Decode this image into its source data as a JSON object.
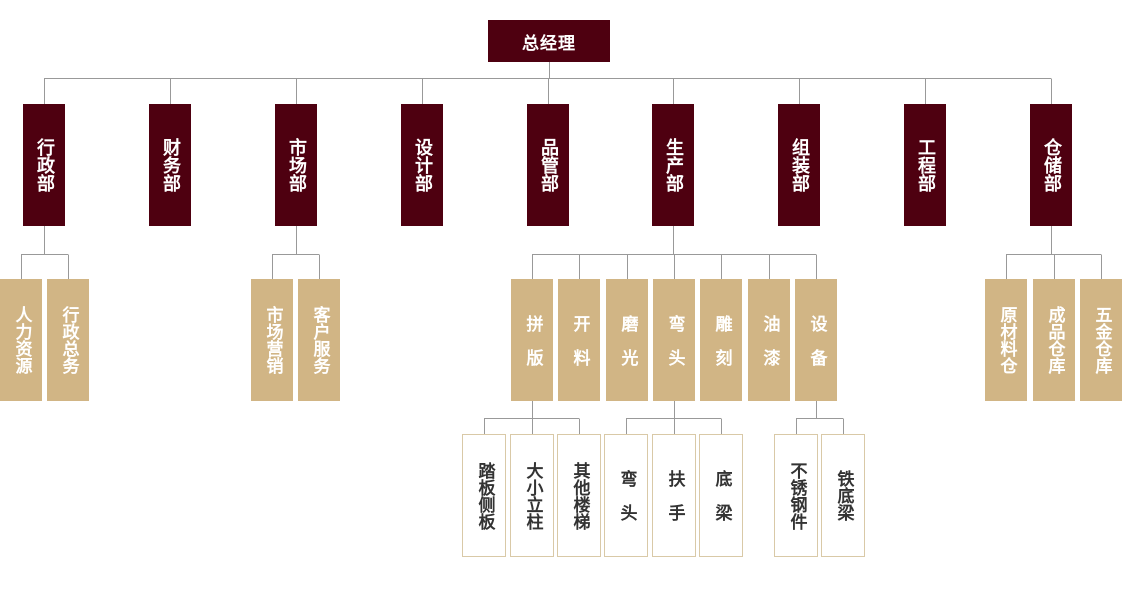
{
  "top": {
    "label": "总经理"
  },
  "departments": [
    {
      "label": "行政部",
      "children": [
        "人力资源",
        "行政总务"
      ]
    },
    {
      "label": "财务部",
      "children": []
    },
    {
      "label": "市场部",
      "children": [
        "市场营销",
        "客户服务"
      ]
    },
    {
      "label": "设计部",
      "children": []
    },
    {
      "label": "品管部",
      "children": []
    },
    {
      "label": "生产部",
      "children": [
        "拼版",
        "开料",
        "磨光",
        "弯头",
        "雕刻",
        "油漆",
        "设备"
      ]
    },
    {
      "label": "组装部",
      "children": []
    },
    {
      "label": "工程部",
      "children": []
    },
    {
      "label": "仓储部",
      "children": [
        "原材料仓",
        "成品仓库",
        "五金仓库"
      ]
    }
  ],
  "production_leaves": {
    "pinban": [
      "踏板侧板",
      "大小立柱",
      "其他楼梯"
    ],
    "wantou": [
      "弯头",
      "扶手",
      "底梁"
    ],
    "shebei": [
      "不锈钢件",
      "铁底梁"
    ]
  },
  "colors": {
    "dark": "#4e0010",
    "tan": "#d1b585",
    "line": "#999999",
    "leaf_border": "#d9c9a7"
  }
}
